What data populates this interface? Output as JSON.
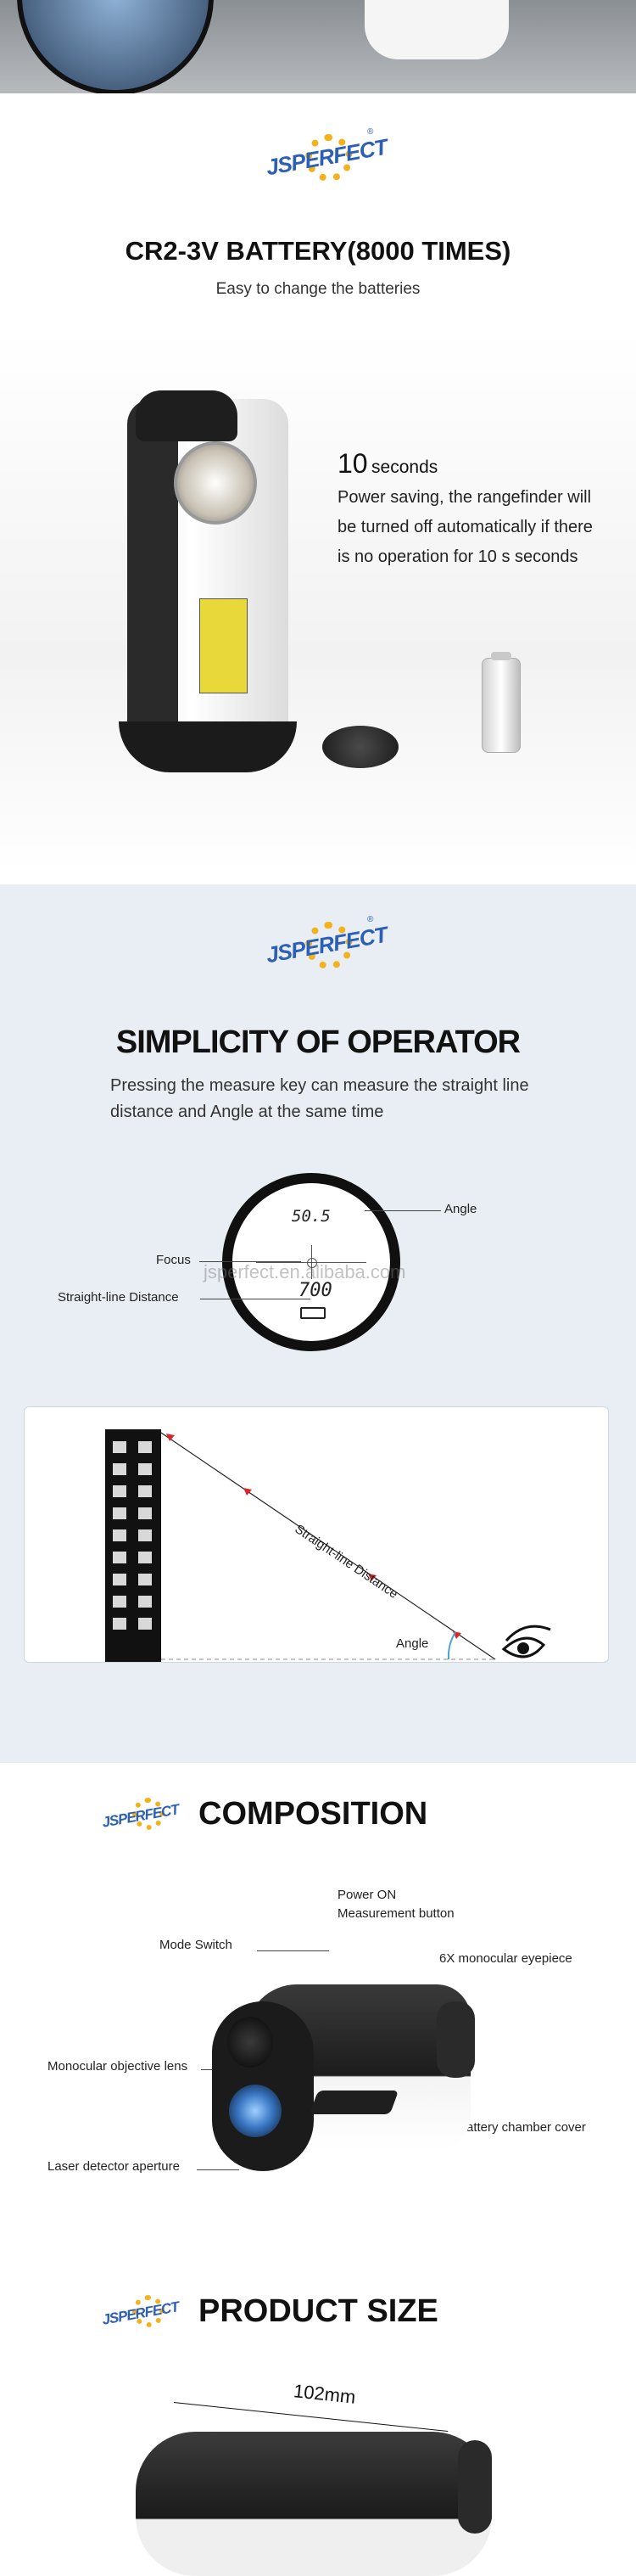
{
  "brand": {
    "logo_text": "JSPERFECT",
    "registered": "®"
  },
  "battery_section": {
    "title": "CR2-3V BATTERY(8000 TIMES)",
    "subtitle": "Easy to change the batteries",
    "seconds_number": "10",
    "seconds_unit": "seconds",
    "description": "Power saving, the rangefinder will be turned off automatically if there is no operation for 10 s seconds"
  },
  "operator_section": {
    "title": "SIMPLICITY OF OPERATOR",
    "subtitle": "Pressing the measure key can measure the straight line distance and Angle at the same time",
    "display_angle": "50.5",
    "display_distance": "700",
    "watermark": "jsperfect.en.alibaba.com",
    "labels": {
      "angle": "Angle",
      "focus": "Focus",
      "straight_line": "Straight-line Distance"
    },
    "diagram": {
      "line_label": "Straight-line Distance",
      "angle_label": "Angle"
    }
  },
  "composition_section": {
    "title": "COMPOSITION",
    "labels": {
      "power_on": "Power ON",
      "measurement_button": "Measurement button",
      "mode_switch": "Mode Switch",
      "eyepiece": "6X monocular eyepiece",
      "objective_lens": "Monocular objective lens",
      "battery_cover": "Battery chamber cover",
      "laser_aperture": "Laser detector aperture"
    }
  },
  "size_section": {
    "title": "PRODUCT SIZE",
    "length": "102mm"
  },
  "colors": {
    "logo_blue": "#2c5fb6",
    "logo_gear": "#f3b21b",
    "operator_bg": "#e9eef4",
    "arrow_red": "#d8262a",
    "angle_blue": "#4aa3d8",
    "lens_blue": "#3a77c4"
  }
}
